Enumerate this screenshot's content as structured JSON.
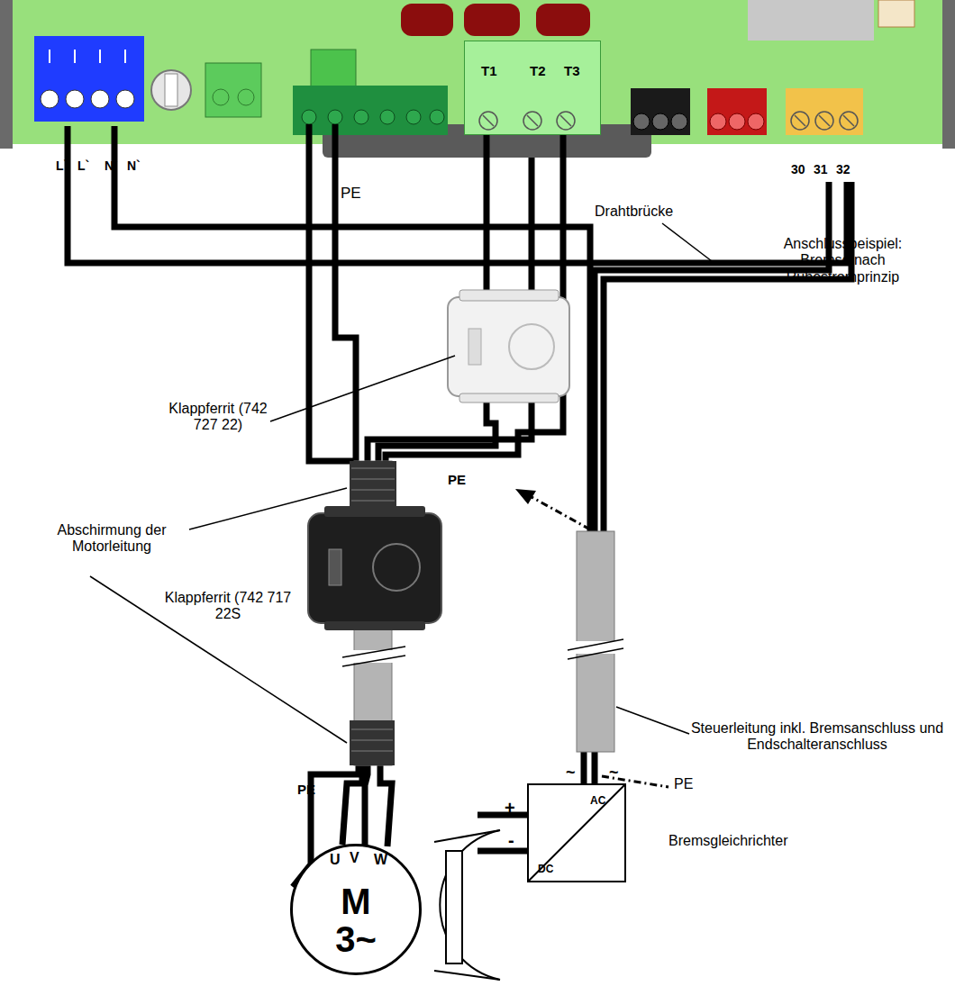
{
  "diagram": {
    "nodes": [
      {
        "text": [
          "T1",
          "T2",
          "T3"
        ]
      },
      {
        "text": [
          "30",
          "31",
          "32"
        ]
      },
      {
        "text": [
          "M 3~"
        ]
      },
      {
        "text": [
          "AC",
          "DC"
        ]
      }
    ],
    "edges": [
      {
        "from": 0,
        "to": 2,
        "arrow": "none"
      },
      {
        "from": 1,
        "to": 3,
        "arrow": "none"
      }
    ],
    "labels": [
      "L`",
      "L`",
      "N`",
      "N`",
      "PE",
      "Drahtbrücke",
      "Anschlussbeispiel: Bremse nach Ruhestromprinzip",
      "Klappferrit (742 727 22)",
      "Abschirmung der Motorleitung",
      "Klappferrit (742 717 22S",
      "PE",
      "Steuerleitung inkl. Bremsanschluss und Endschalteranschluss",
      "PE",
      "PE",
      "U",
      "V",
      "W",
      "+",
      "-",
      "~",
      "~",
      "Bremsgleichrichter"
    ]
  }
}
